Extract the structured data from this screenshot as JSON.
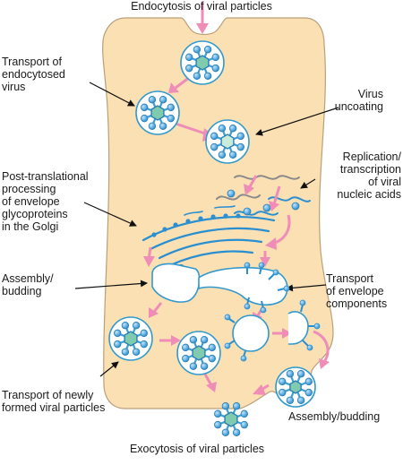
{
  "labels": {
    "top": "Endocytosis of viral particles",
    "bottom": "Exocytosis of viral particles",
    "transport_endocytosed": "Transport of\nendocytosed\nvirus",
    "uncoating": "Virus\nuncoating",
    "replication": "Replication/\ntranscription\nof viral\nnucleic acids",
    "golgi": "Post-translational\nprocessing\nof envelope\nglycoproteins\nin the Golgi",
    "assembly_left": "Assembly/\nbudding",
    "transport_envelope": "Transport\nof envelope\ncomponents",
    "transport_newly": "Transport of newly\nformed viral particles",
    "assembly_bottom": "Assembly/budding"
  },
  "colors": {
    "cell_fill": "#fbe0b4",
    "cell_stroke": "#b8a078",
    "vesicle_fill": "#ffffff",
    "vesicle_stroke": "#3399cc",
    "capsid_fill": "#7fcbb0",
    "capsid_stroke": "#2f7fb0",
    "spike": "#3aa0dc",
    "arrow_pink": "#f08cb8",
    "arrow_black": "#111111",
    "rna_grey": "#8a8a8a",
    "rna_blue": "#2a8fd0"
  }
}
